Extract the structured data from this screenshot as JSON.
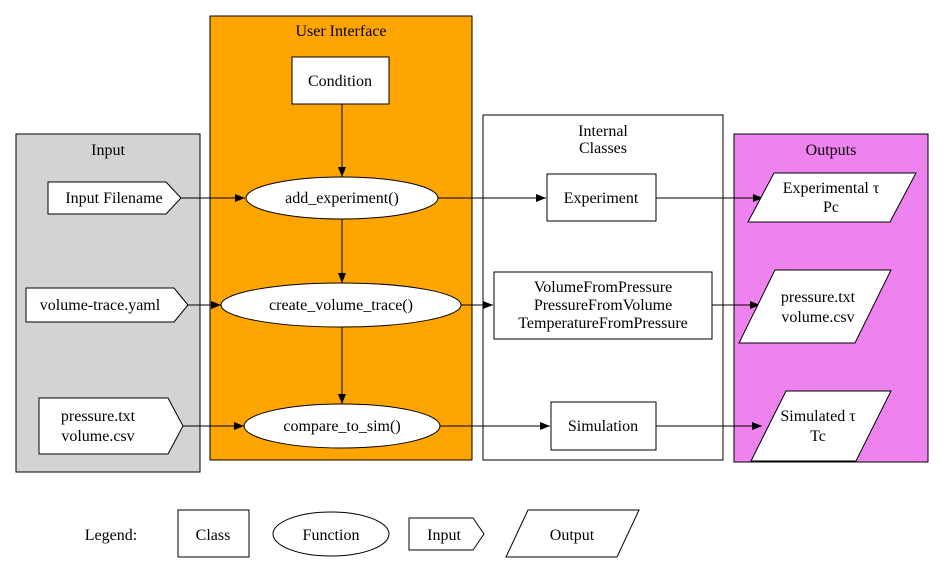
{
  "clusters": {
    "input": {
      "title": "Input",
      "fill": "#d3d3d3"
    },
    "ui": {
      "title": "User Interface",
      "fill": "#ffa500"
    },
    "internal": {
      "title_line1": "Internal",
      "title_line2": "Classes",
      "fill": "#ffffff"
    },
    "outputs": {
      "title": "Outputs",
      "fill": "#ee82ee"
    }
  },
  "inputs": {
    "filename": "Input Filename",
    "yaml": "volume-trace.yaml",
    "files_line1": "pressure.txt",
    "files_line2": "volume.csv"
  },
  "ui": {
    "condition": "Condition",
    "add_experiment": "add_experiment()",
    "create_volume_trace": "create_volume_trace()",
    "compare_to_sim": "compare_to_sim()"
  },
  "internal": {
    "experiment": "Experiment",
    "volume_line1": "VolumeFromPressure",
    "volume_line2": "PressureFromVolume",
    "volume_line3": "TemperatureFromPressure",
    "simulation": "Simulation"
  },
  "outputs": {
    "experimental_line1": "Experimental τ",
    "experimental_line2": "Pc",
    "files_line1": "pressure.txt",
    "files_line2": "volume.csv",
    "simulated_line1": "Simulated τ",
    "simulated_line2": "Tc"
  },
  "legend": {
    "label": "Legend:",
    "class": "Class",
    "function": "Function",
    "input": "Input",
    "output": "Output"
  }
}
